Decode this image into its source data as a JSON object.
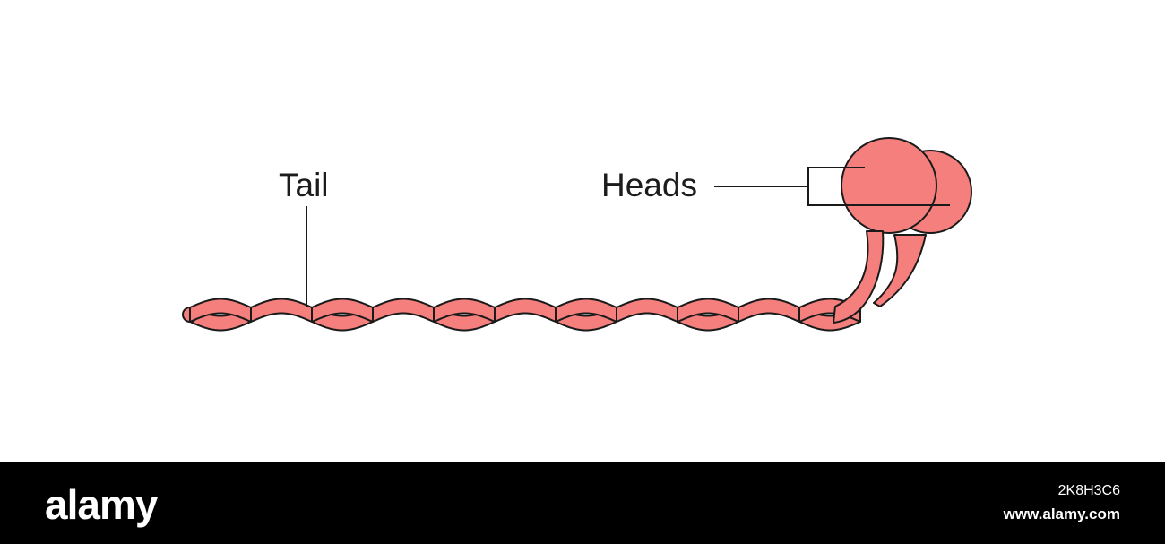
{
  "labels": {
    "tail": "Tail",
    "heads": "Heads"
  },
  "colors": {
    "fill": "#F47F7D",
    "stroke": "#1A1A1A",
    "background": "#FFFFFF",
    "footer": "#000000"
  },
  "footer": {
    "brand": "alamy",
    "image_id": "2K8H3C6",
    "url": "www.alamy.com"
  }
}
